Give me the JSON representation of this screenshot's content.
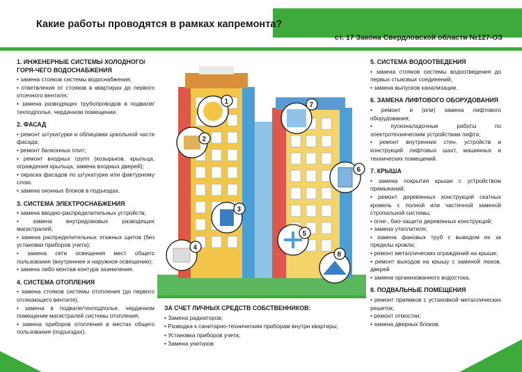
{
  "header": {
    "title": "Какие работы проводятся в рамках капремонта?",
    "law": "ст. 17 Закона Свердловской области №127-ОЗ"
  },
  "left": [
    {
      "title": "1. ИНЖЕНЕРНЫЕ СИСТЕМЫ ХОЛОДНОГО/ГОРЯ-ЧЕГО ВОДОСНАБЖЕНИЯ",
      "items": [
        "замена стояков системы водоснабжения;",
        "ответвления от стояков в квартирах до первого отсечного вентиля;",
        "замена разводящих трубопроводов в подвале/техподполье, чердачном помещении."
      ]
    },
    {
      "title": "2. ФАСАД",
      "items": [
        "ремонт штукатурки и облицовки цокольной части фасада;",
        "ремонт балконных плит;",
        "ремонт входных групп (козырьков, крыльца, ограждения крыльца, замена входных дверей);",
        "окраска фасадов по штукатурке или фактурному слою.",
        "замена оконных блоков в подъездах."
      ]
    },
    {
      "title": "3. СИСТЕМА ЭЛЕКТРОСНАБЖЕНИЯ",
      "items": [
        "замена вводно-распределительных устройств;",
        "замена внутридомовых разводящих магистралей;",
        "замена распределительных этажных щитов (без установки приборов учета);",
        "замена сети освещения мест общего пользования (внутреннее и наружное освещение);",
        "замена либо монтаж контура заземления."
      ]
    },
    {
      "title": "4. СИСТЕМА ОТОПЛЕНИЯ",
      "items": [
        "замена стояков системы отопления (до первого отсекающего вентиля);",
        "замена в подвале/техподполье, чердачном помещении магистралей системы отопления;",
        "замена приборов отопления в местах общего пользования (подъездах)."
      ]
    }
  ],
  "right": [
    {
      "title": "5. СИСТЕМА ВОДООТВЕДЕНИЯ",
      "items": [
        "замена стояков системы водоотведения до первых стыковых соединений;",
        "замена выпусков канализации."
      ]
    },
    {
      "title": "6. ЗАМЕНА ЛИФТОВОГО ОБОРУДОВАНИЯ",
      "items": [
        "ремонт и (или) замена лифтового оборудования;",
        "пусконаладочные работы по электротехническим устройствам лифта;",
        "ремонт внутренних стен, устройств и конструкций лифтовых шахт, машинных и технических помещений."
      ]
    },
    {
      "title": "7. КРЫША",
      "items": [
        "замена покрытия крыши с устройством примыканий;",
        "ремонт деревянных конструкций скатных кровель с полной или частичной заменой стропильной системы;",
        "огне-, био-защита деревянных конструкций;",
        "замена утеплителя;",
        "замена фановых труб с выводом их за пределы кровли;",
        "ремонт металлических ограждений на крыше;",
        "ремонт выходов на крышу с заменой люков, дверей",
        "замена организованного водостока."
      ]
    },
    {
      "title": "8. ПОДВАЛЬНЫЕ ПОМЕЩЕНИЯ",
      "items": [
        "ремонт приямков с установкой металлических решеток;",
        "ремонт отмостки;",
        "замена дверных блоков."
      ]
    }
  ],
  "owners": {
    "title": "ЗА СЧЕТ ЛИЧНЫХ СРЕДСТВ СОБСТВЕННИКОВ:",
    "items": [
      "Замена радиаторов;",
      "Разводка к санитарно-техническим приборам внутри квартиры;",
      "Установка приборов учета;",
      "Замена унитазов"
    ]
  },
  "badges": [
    "1",
    "2",
    "3",
    "4",
    "5",
    "6",
    "7",
    "8"
  ],
  "colors": {
    "accent": "#3daa3b",
    "building_blue": "#4a9fd6",
    "building_yellow": "#f3c64a",
    "building_red": "#e0574a"
  }
}
